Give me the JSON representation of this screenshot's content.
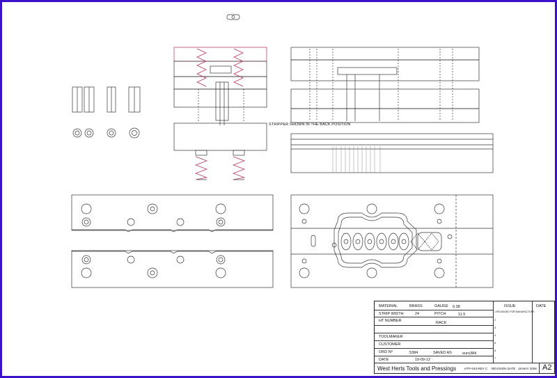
{
  "note_stripper": "STRIPPER SHOWN IN THE BACK POSITION",
  "colors": {
    "frame": "#3b12c9",
    "line": "#333333",
    "spring": "#b0285a",
    "hidden": "#555555"
  },
  "title_block": {
    "material_label": "MATERIAL",
    "material_value": "BRASS",
    "gauge_label": "GAUGE",
    "gauge_value": "0.38",
    "strip_width_label": "STRIP WIDTH",
    "strip_width_value": "24",
    "pitch_label": "PITCH",
    "pitch_value": "11.5",
    "ht_number_label": "HT NUMBER",
    "ht_number_value": "RACK",
    "toolmaker_label": "TOOLMAKER",
    "customer_label": "CUSTOMER",
    "ord_no_label": "ORD Nº",
    "ord_no_value": "5384",
    "saved_as_label": "SAVED AS",
    "saved_as_value": "euro384",
    "date_label": "DATE",
    "date_value": "19-09-12",
    "company": "West Herts Tools and Pressings",
    "form_ref": "HTP-043-REV C",
    "revision_label": "REVISION DATE",
    "revision_value": "18 MAY 2006",
    "sheet_size": "A2",
    "issue_label": "ISSUE",
    "issue_date_label": "DATE",
    "issue_rows": [
      "1",
      "2",
      "3",
      "4",
      "5",
      "6",
      "7"
    ],
    "issue_1_note": "1 RELEASED FOR MANUFACTURE"
  }
}
